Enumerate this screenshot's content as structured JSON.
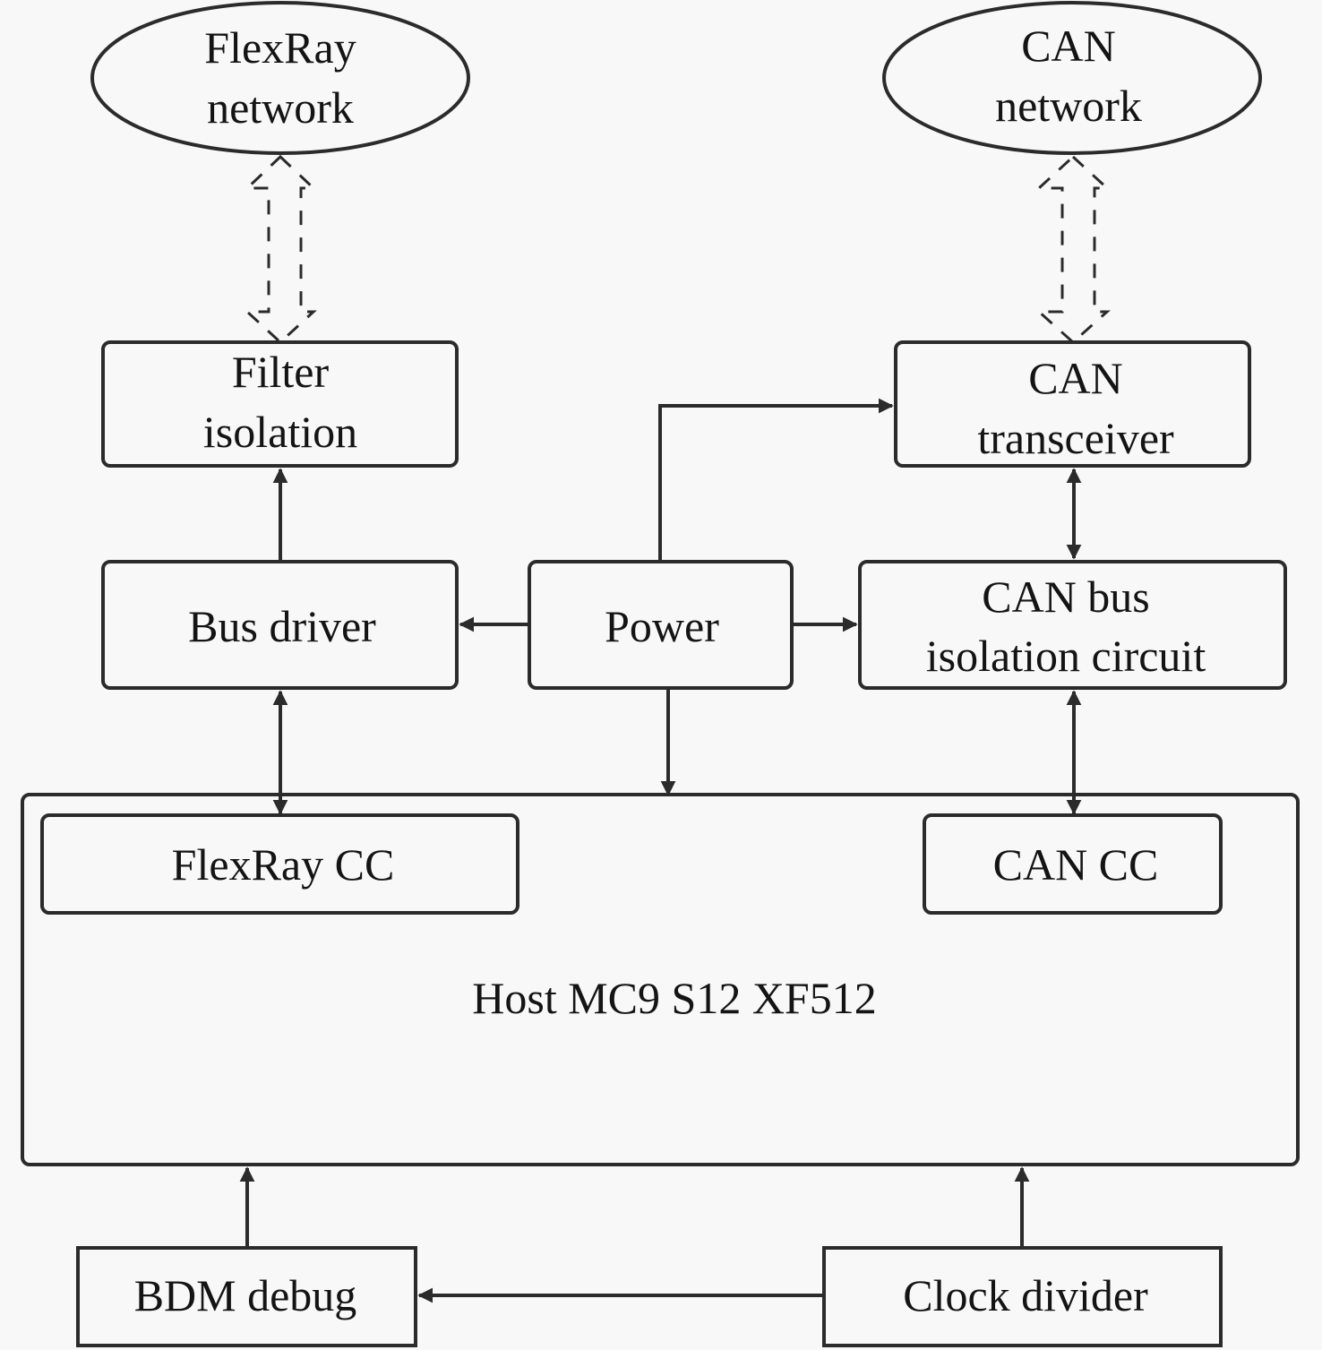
{
  "diagram": {
    "type": "block-diagram",
    "colors": {
      "background": "#f8f8f8",
      "stroke": "#2b2b2b",
      "text": "#141414"
    },
    "nodes": {
      "flexray_network": {
        "shape": "ellipse",
        "lines": [
          "FlexRay",
          "network"
        ]
      },
      "can_network": {
        "shape": "ellipse",
        "lines": [
          "CAN",
          "network"
        ]
      },
      "filter_isolation": {
        "shape": "rounded-rect",
        "lines": [
          "Filter",
          "isolation"
        ]
      },
      "can_transceiver": {
        "shape": "rounded-rect",
        "lines": [
          "CAN",
          "transceiver"
        ]
      },
      "bus_driver": {
        "shape": "rounded-rect",
        "lines": [
          "Bus driver"
        ]
      },
      "power": {
        "shape": "rounded-rect",
        "lines": [
          "Power"
        ]
      },
      "can_bus_isolation": {
        "shape": "rounded-rect",
        "lines": [
          "CAN bus",
          "isolation circuit"
        ]
      },
      "host": {
        "shape": "rounded-rect",
        "lines": [
          "Host MC9 S12 XF512"
        ]
      },
      "flexray_cc": {
        "shape": "rounded-rect",
        "lines": [
          "FlexRay CC"
        ]
      },
      "can_cc": {
        "shape": "rounded-rect",
        "lines": [
          "CAN CC"
        ]
      },
      "bdm_debug": {
        "shape": "rect",
        "lines": [
          "BDM debug"
        ]
      },
      "clock_divider": {
        "shape": "rect",
        "lines": [
          "Clock divider"
        ]
      }
    },
    "edges": [
      {
        "from": "filter_isolation",
        "to": "flexray_network",
        "style": "dashed-hollow-double-arrow",
        "direction": "both"
      },
      {
        "from": "can_transceiver",
        "to": "can_network",
        "style": "dashed-hollow-double-arrow",
        "direction": "both"
      },
      {
        "from": "bus_driver",
        "to": "filter_isolation",
        "style": "solid",
        "direction": "forward"
      },
      {
        "from": "power",
        "to": "bus_driver",
        "style": "solid",
        "direction": "forward"
      },
      {
        "from": "power",
        "to": "can_transceiver",
        "style": "solid-elbow",
        "direction": "forward"
      },
      {
        "from": "power",
        "to": "can_bus_isolation",
        "style": "solid",
        "direction": "forward"
      },
      {
        "from": "power",
        "to": "host",
        "style": "solid",
        "direction": "forward"
      },
      {
        "from": "can_transceiver",
        "to": "can_bus_isolation",
        "style": "solid",
        "direction": "both"
      },
      {
        "from": "bus_driver",
        "to": "flexray_cc",
        "style": "solid",
        "direction": "both"
      },
      {
        "from": "can_bus_isolation",
        "to": "can_cc",
        "style": "solid",
        "direction": "both"
      },
      {
        "from": "bdm_debug",
        "to": "host",
        "style": "solid",
        "direction": "forward"
      },
      {
        "from": "clock_divider",
        "to": "host",
        "style": "solid",
        "direction": "forward"
      },
      {
        "from": "clock_divider",
        "to": "bdm_debug",
        "style": "solid",
        "direction": "forward"
      }
    ]
  }
}
